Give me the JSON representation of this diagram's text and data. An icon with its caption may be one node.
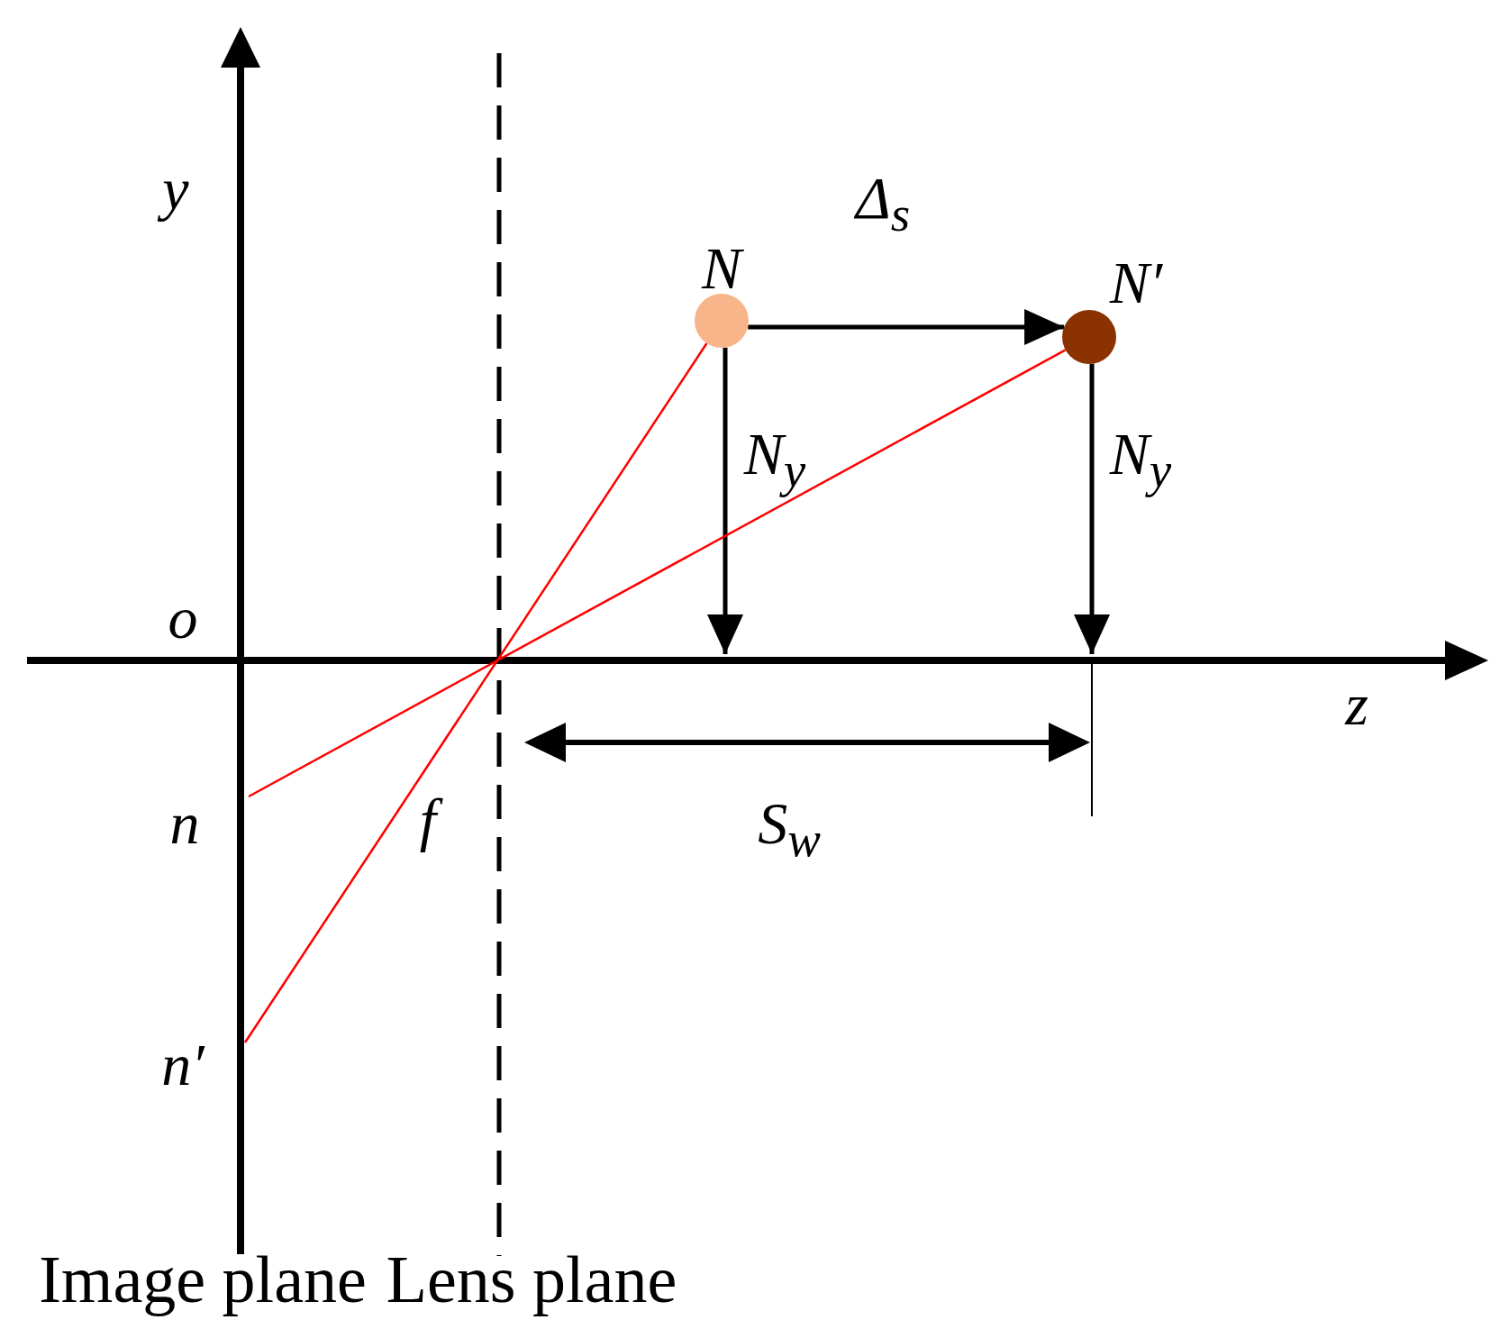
{
  "diagram": {
    "nodes": [
      {
        "text": [
          "N"
        ]
      },
      {
        "text": [
          "N′"
        ]
      }
    ],
    "edges": [
      {
        "from": 0,
        "to": 1,
        "arrow": "to",
        "label": "Δ$_{s}$"
      },
      {
        "from": 0,
        "to": null,
        "arrow": "to",
        "label": "N$_{y}$"
      },
      {
        "from": 1,
        "to": null,
        "arrow": "to",
        "label": "N$_{y}$"
      },
      {
        "from": 0,
        "to": null,
        "arrow": "none",
        "color": "#ff0000"
      },
      {
        "from": 1,
        "to": null,
        "arrow": "none",
        "color": "#ff0000"
      }
    ],
    "labels": [
      "y",
      "o",
      "z",
      "n",
      "f",
      "S$_{w}$",
      "n′",
      "Image plane",
      "Lens plane"
    ]
  }
}
